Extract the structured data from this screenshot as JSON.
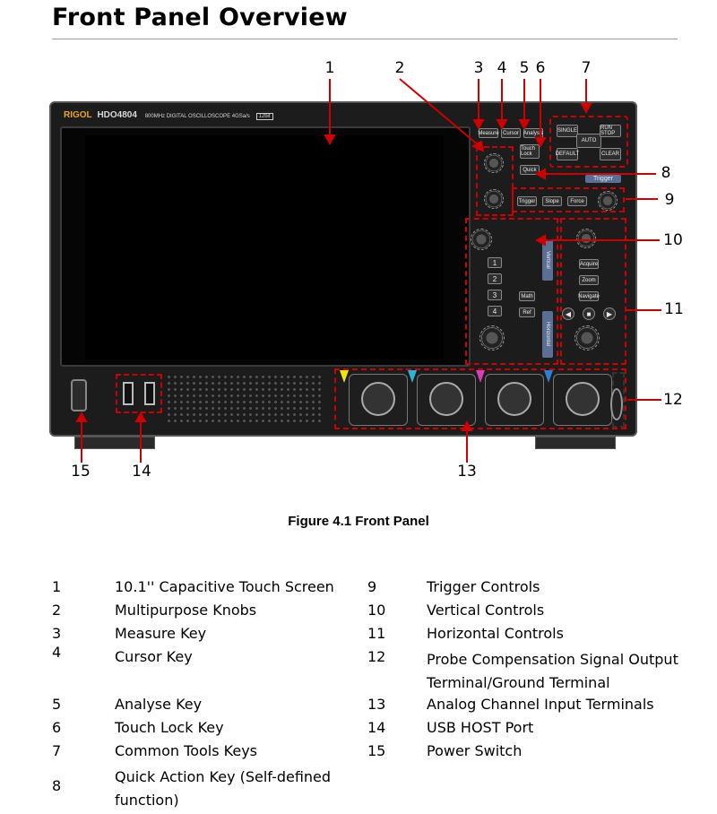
{
  "page": {
    "heading": "Front Panel Overview",
    "figure_caption": "Figure 4.1 Front Panel"
  },
  "callouts": [
    "1",
    "2",
    "3",
    "4",
    "5",
    "6",
    "7",
    "8",
    "9",
    "10",
    "11",
    "12",
    "13",
    "14",
    "15"
  ],
  "instrument": {
    "brand": "RIGOL",
    "model": "HDO4804",
    "specs": "800MHz   DIGITAL OSCILLOSCOPE   4GSa/s",
    "badge": "12bit",
    "keys": {
      "measure": "Measure",
      "cursor": "Cursor",
      "analysis": "Analysis",
      "touch_lock": "Touch Lock",
      "quick": "Quick",
      "single": "SINGLE",
      "auto": "AUTO",
      "run_stop": "RUN STOP",
      "default": "DEFAULT",
      "clear": "CLEAR",
      "trigger_title": "Trigger",
      "trigger": "Trigger",
      "slope": "Slope",
      "force": "Force",
      "vertical": "Vertical",
      "horizontal": "Horizontal",
      "ch1": "1",
      "ch2": "2",
      "ch3": "3",
      "ch4": "4",
      "math": "Math",
      "ref": "Ref",
      "acquire": "Acquire",
      "zoom": "Zoom",
      "navigate": "Navigate"
    },
    "channel_colors": [
      "#f2e600",
      "#27b7d8",
      "#d63fb6",
      "#2e7fd6"
    ],
    "accent_red": "#cc0000"
  },
  "legend": [
    {
      "number": "1",
      "label": "10.1'' Capacitive Touch Screen"
    },
    {
      "number": "2",
      "label": "Multipurpose Knobs"
    },
    {
      "number": "3",
      "label": "Measure Key"
    },
    {
      "number": "4",
      "label": "Cursor Key"
    },
    {
      "number": "5",
      "label": "Analyse Key"
    },
    {
      "number": "6",
      "label": "Touch Lock Key"
    },
    {
      "number": "7",
      "label": "Common Tools Keys"
    },
    {
      "number": "8",
      "label": "Quick Action Key (Self-defined function)"
    },
    {
      "number": "9",
      "label": "Trigger Controls"
    },
    {
      "number": "10",
      "label": "Vertical Controls"
    },
    {
      "number": "11",
      "label": "Horizontal Controls"
    },
    {
      "number": "12",
      "label": "Probe Compensation Signal Output Terminal/Ground Terminal"
    },
    {
      "number": "13",
      "label": "Analog Channel Input Terminals"
    },
    {
      "number": "14",
      "label": "USB HOST Port"
    },
    {
      "number": "15",
      "label": "Power Switch"
    }
  ]
}
